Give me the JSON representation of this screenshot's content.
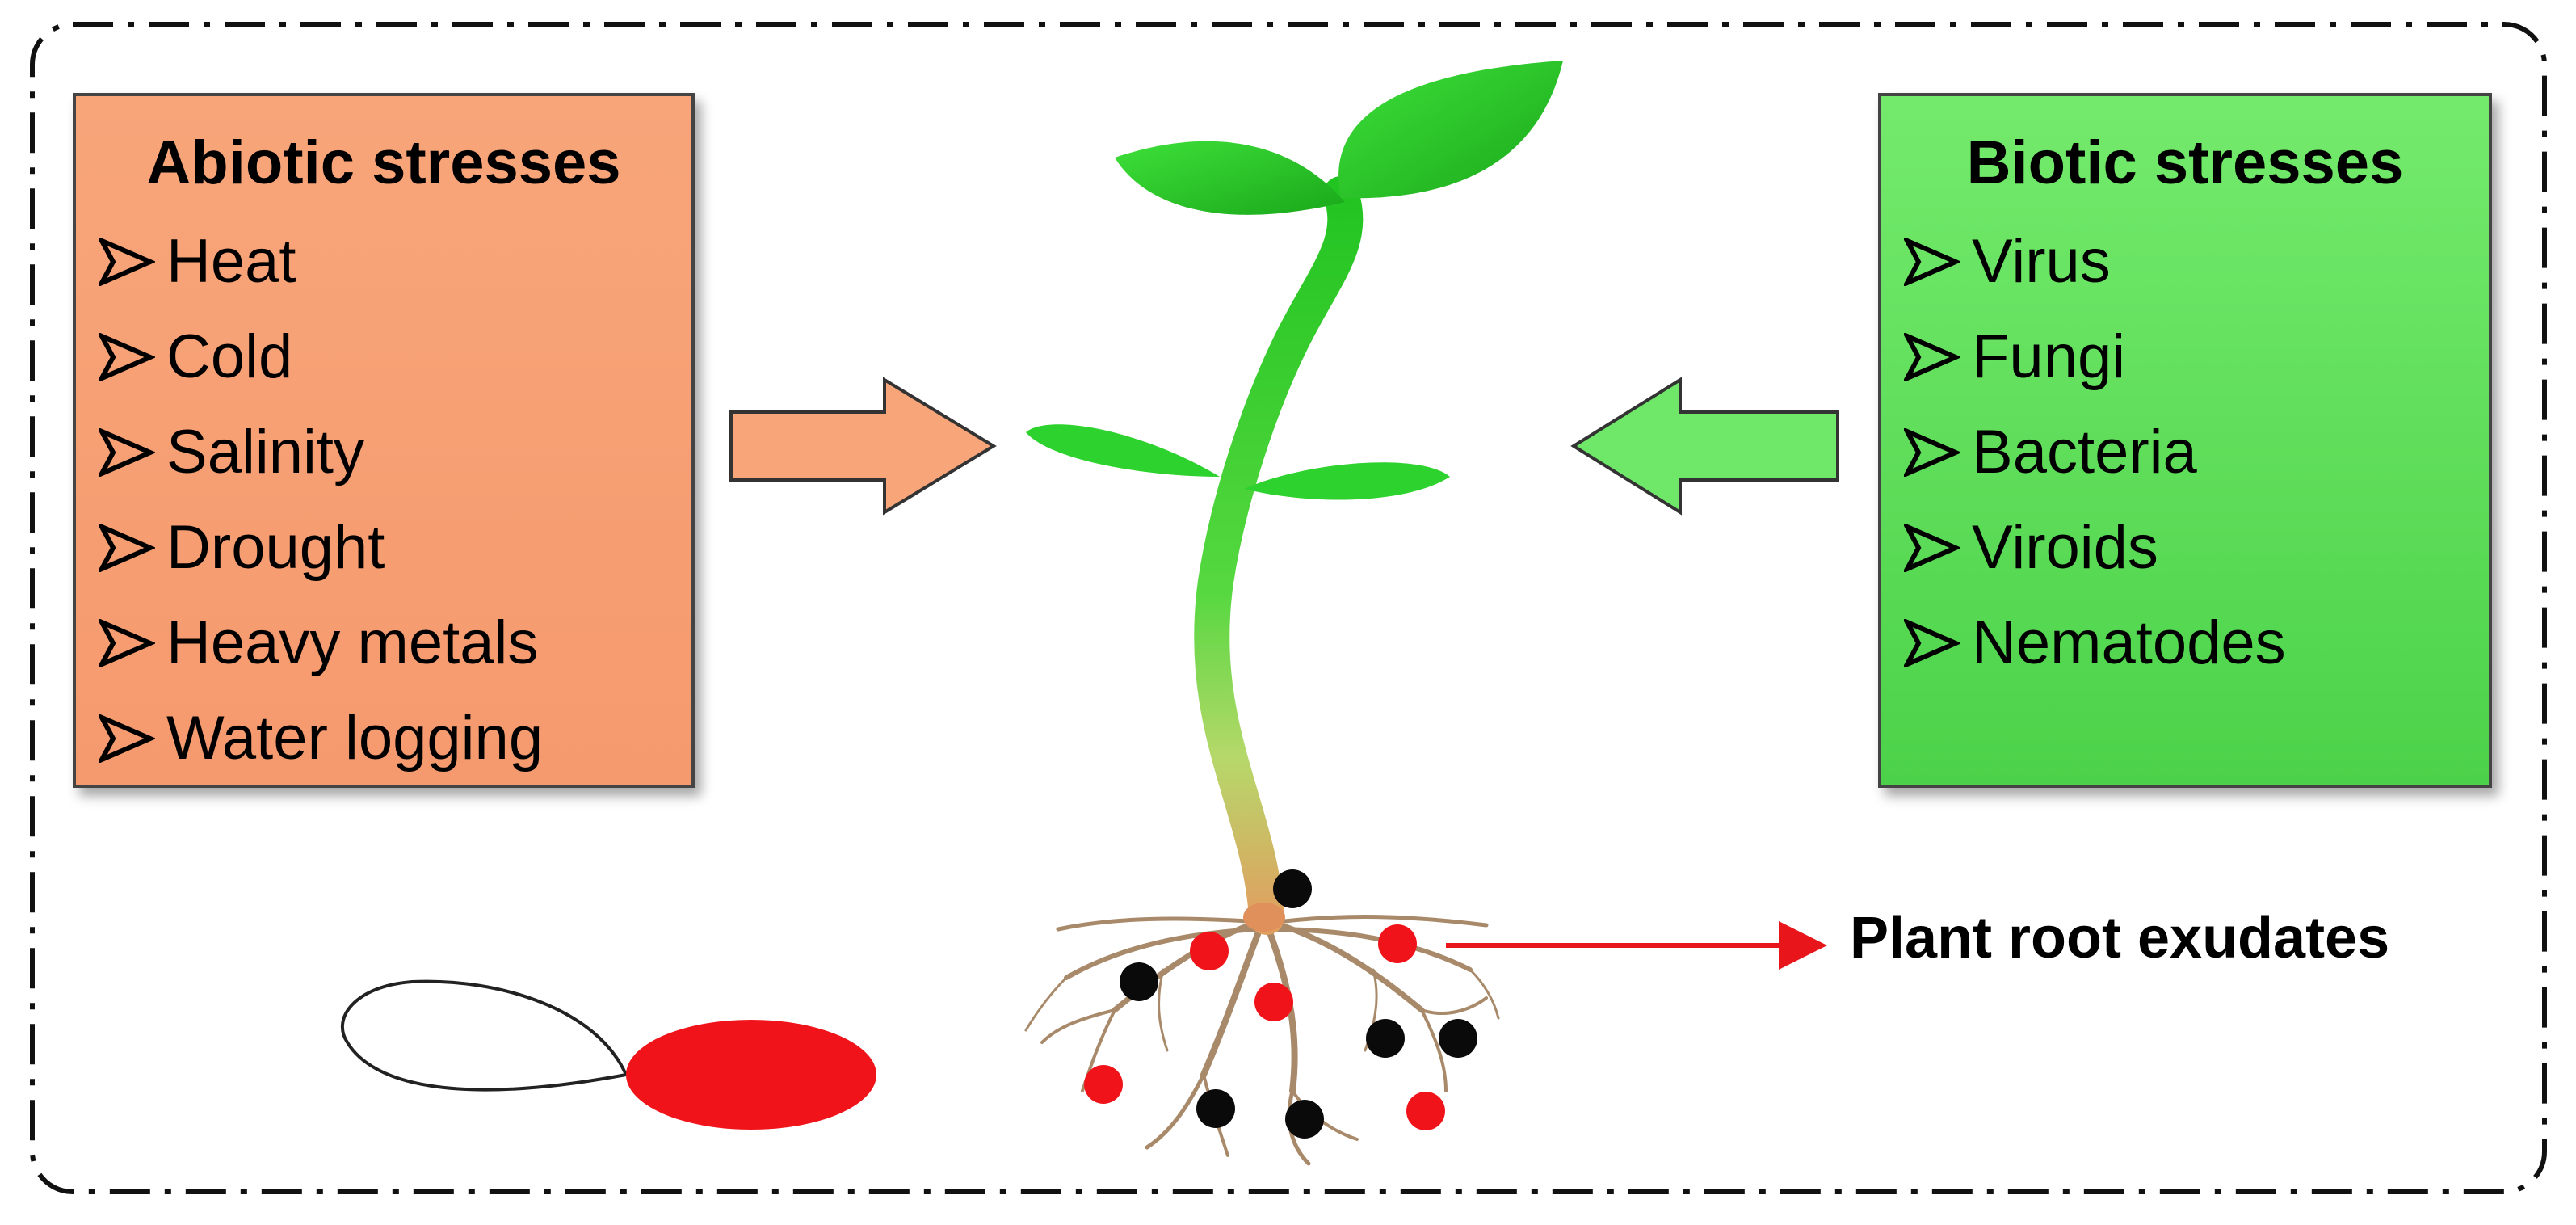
{
  "abiotic": {
    "title": "Abiotic stresses",
    "items": [
      "Heat",
      "Cold",
      "Salinity",
      "Drought",
      "Heavy metals",
      "Water logging"
    ],
    "color": "#f79f73"
  },
  "biotic": {
    "title": "Biotic stresses",
    "items": [
      "Virus",
      "Fungi",
      "Bacteria",
      "Viroids",
      "Nematodes"
    ],
    "color": "#5ee05a"
  },
  "exudates": {
    "label": "Plant root exudates",
    "arrow_color": "#e8151b"
  },
  "colors": {
    "plant_green": "#22cc22",
    "stem_tan": "#d8a86a",
    "root_brown": "#a88a6a",
    "exudate_red": "#f0141a",
    "exudate_black": "#0a0a0a",
    "frame": "#111111"
  }
}
